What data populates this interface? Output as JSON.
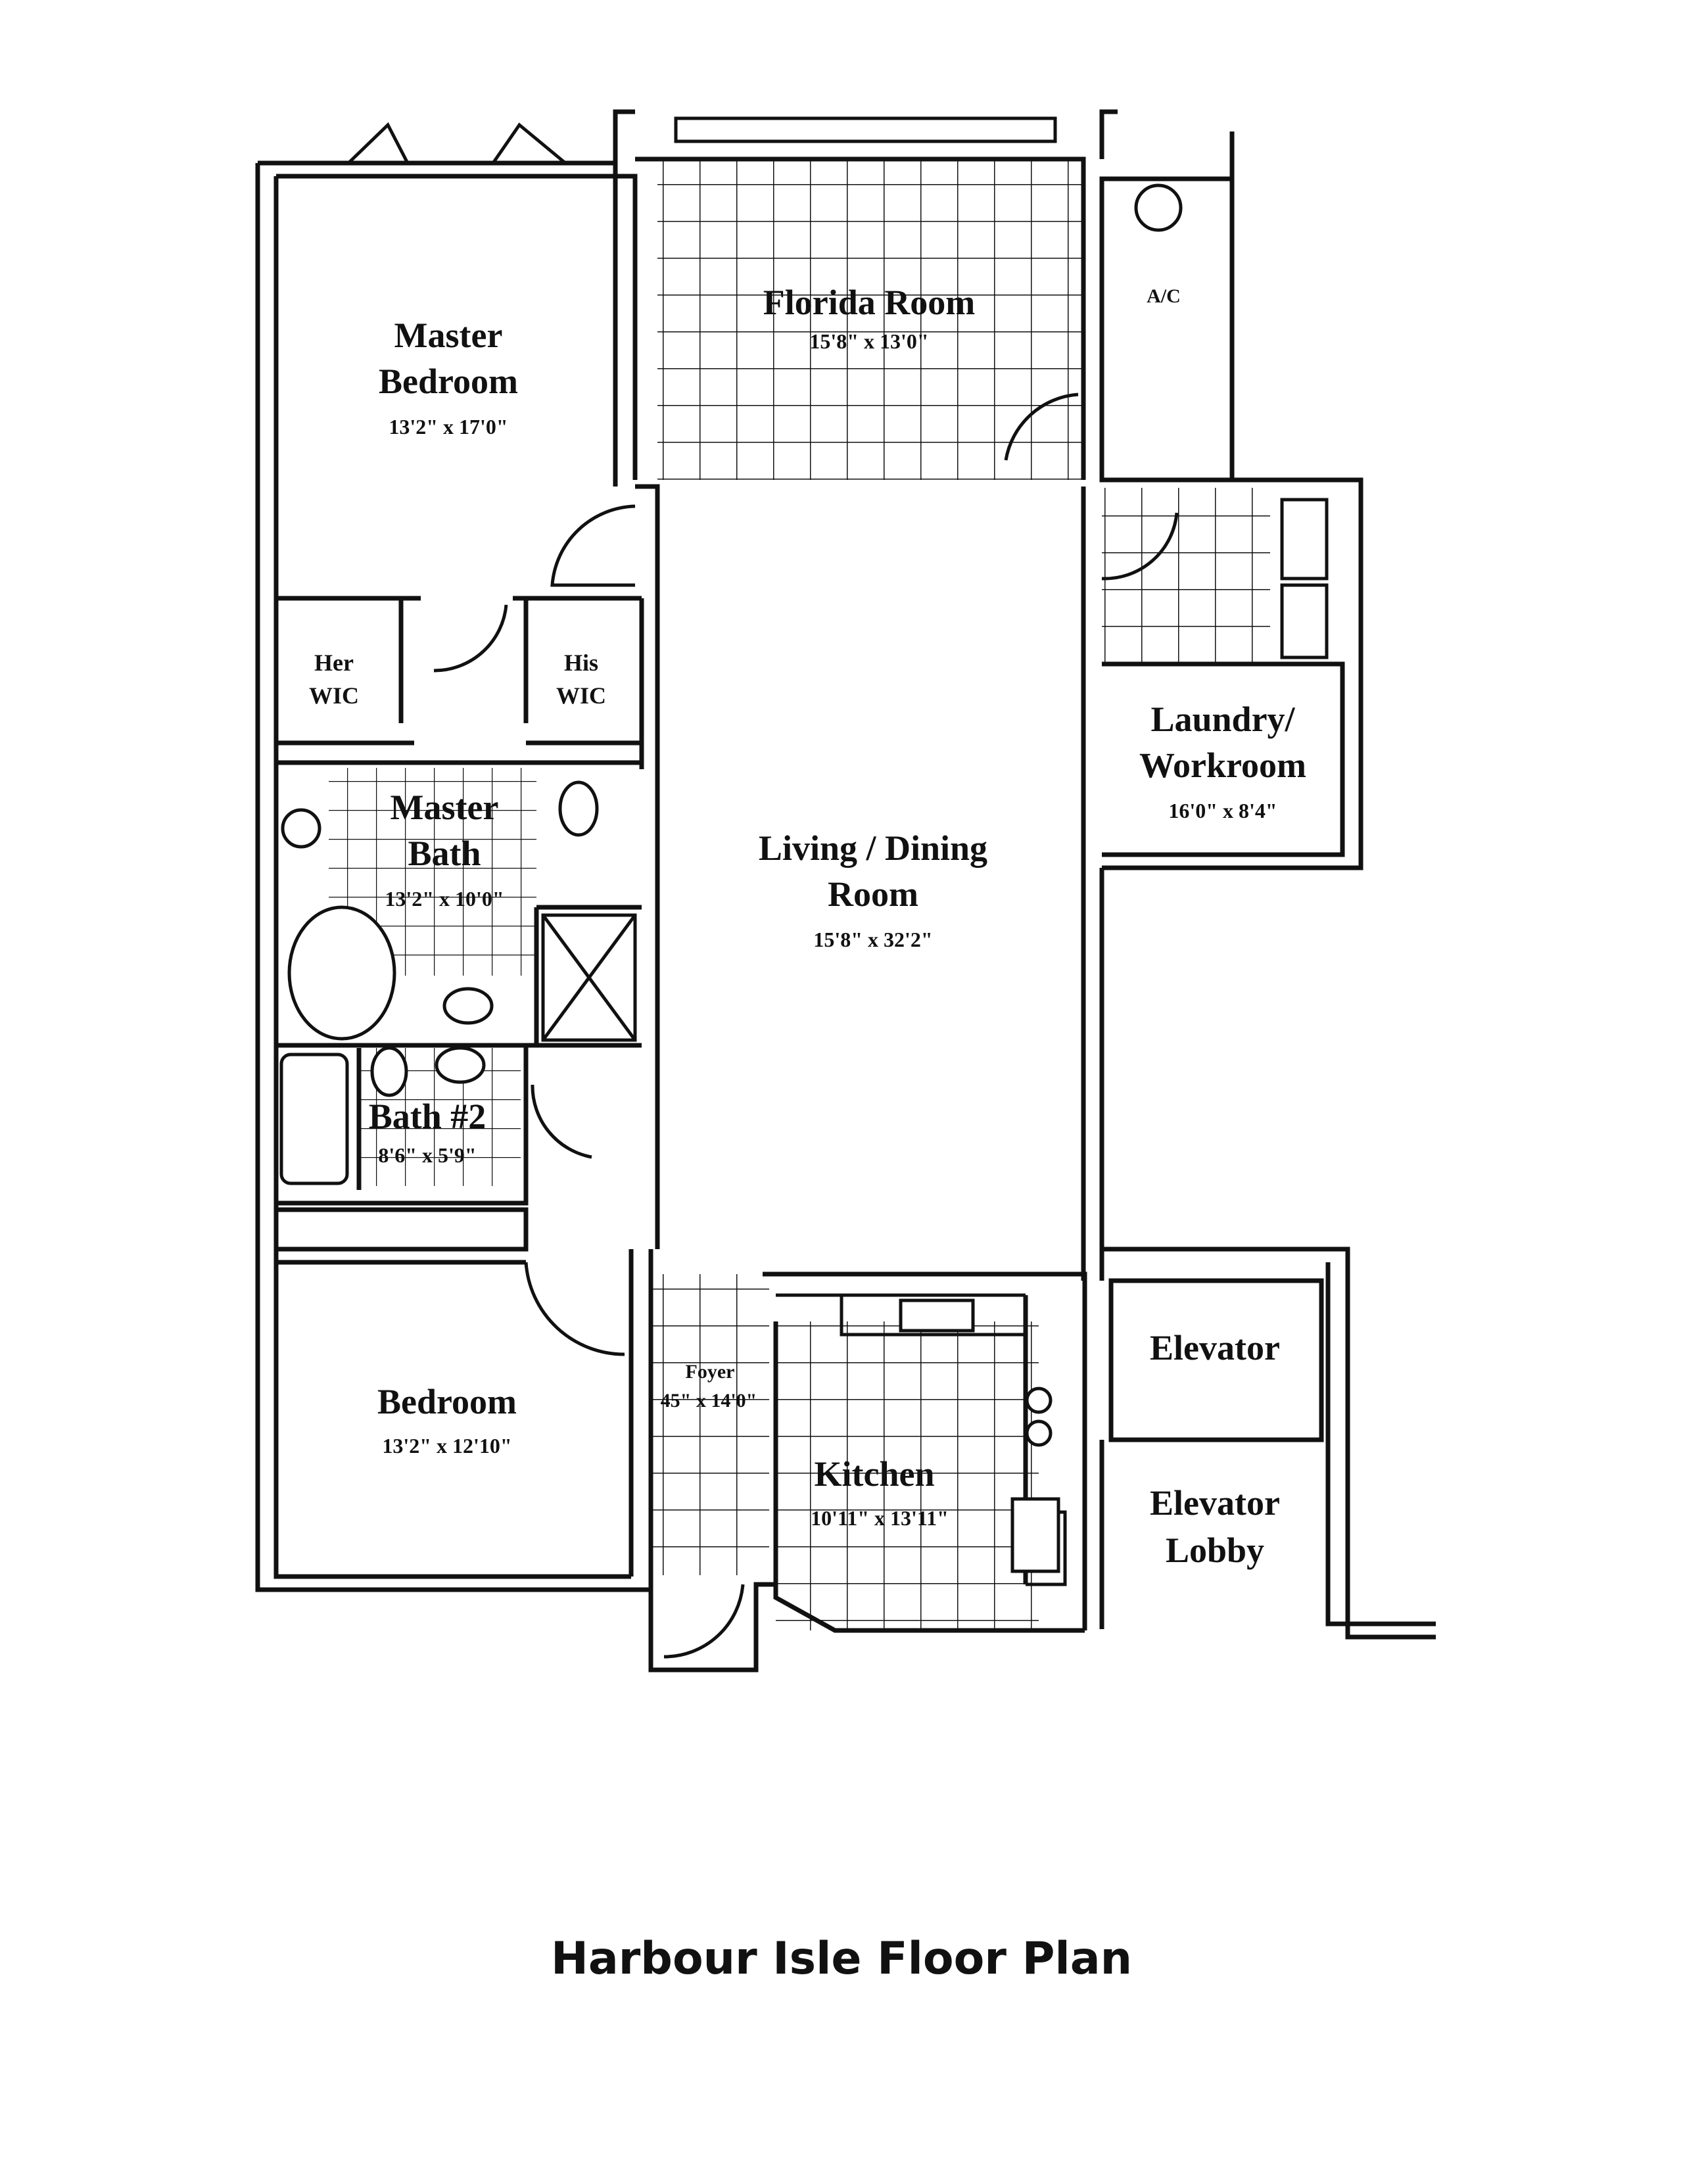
{
  "rooms": {
    "master_bedroom": {
      "name_line1": "Master",
      "name_line2": "Bedroom",
      "dims": "13'2\" x 17'0\""
    },
    "florida_room": {
      "name": "Florida Room",
      "dims": "15'8\" x 13'0\""
    },
    "ac": {
      "name": "A/C"
    },
    "her_wic": {
      "name_line1": "Her",
      "name_line2": "WIC"
    },
    "his_wic": {
      "name_line1": "His",
      "name_line2": "WIC"
    },
    "master_bath": {
      "name_line1": "Master",
      "name_line2": "Bath",
      "dims": "13'2\" x 10'0\""
    },
    "living_dining": {
      "name_line1": "Living / Dining",
      "name_line2": "Room",
      "dims": "15'8\" x 32'2\""
    },
    "laundry": {
      "name_line1": "Laundry/",
      "name_line2": "Workroom",
      "dims": "16'0\" x 8'4\""
    },
    "bath2": {
      "name": "Bath #2",
      "dims": "8'6\" x 5'9\""
    },
    "bedroom": {
      "name": "Bedroom",
      "dims": "13'2\" x 12'10\""
    },
    "foyer": {
      "name": "Foyer",
      "dims": "45\" x 14'0\""
    },
    "kitchen": {
      "name": "Kitchen",
      "dims": "10'11\" x 13'11\""
    },
    "elevator": {
      "name": "Elevator"
    },
    "elevator_lobby": {
      "name_line1": "Elevator",
      "name_line2": "Lobby"
    }
  },
  "title": "Harbour Isle Floor Plan"
}
